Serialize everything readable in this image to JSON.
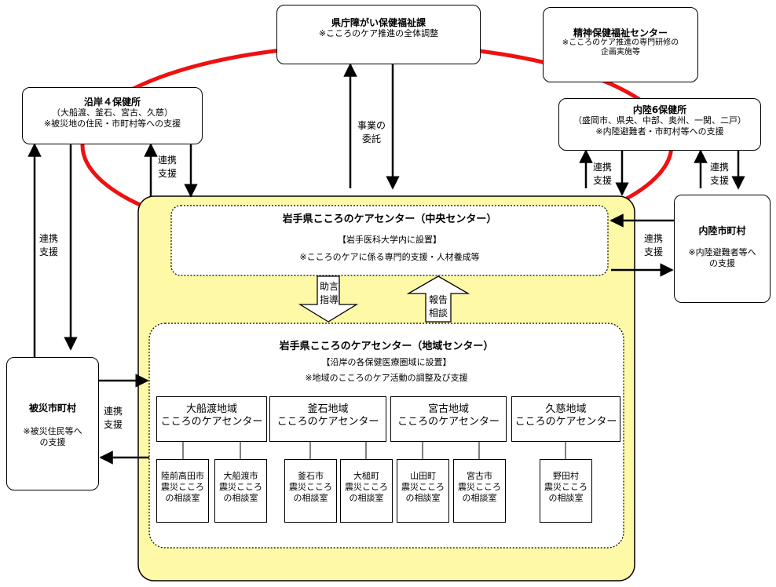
{
  "prefecture": {
    "title": "県庁障がい保健福祉課",
    "note": "※こころのケア推進の全体調整"
  },
  "mental_center": {
    "title": "精神保健福祉センター",
    "note1": "※こころのケア推進の専門研修の",
    "note2": "企画実施等"
  },
  "coastal_health": {
    "title": "沿岸４保健所",
    "areas": "（大船渡、釜石、宮古、久慈）",
    "note": "※被災地の住民・市町村等への支援"
  },
  "inland_health": {
    "title": "内陸6保健所",
    "areas": "（盛岡市、県央、中部、奥州、一関、二戸）",
    "note": "※内陸避難者・市町村等への支援"
  },
  "inland_towns": {
    "title": "内陸市町村",
    "note1": "※内陸避難者等へ",
    "note2": "の支援"
  },
  "disaster_towns": {
    "title": "被災市町村",
    "note1": "※被災住民等へ",
    "note2": "の支援"
  },
  "central_center": {
    "title": "岩手県こころのケアセンター（中央センター）",
    "location": "【岩手医科大学内に設置】",
    "note": "※こころのケアに係る専門的支援・人材養成等"
  },
  "regional_center": {
    "title": "岩手県こころのケアセンター（地域センター）",
    "location": "【沿岸の各保健医療圏域に設置】",
    "note": "※地域のこころのケア活動の調整及び支援"
  },
  "labels": {
    "entrust_1": "事業の",
    "entrust_2": "委託",
    "coop_1": "連携",
    "coop_2": "支援",
    "advice_1": "助言",
    "advice_2": "指導",
    "report_1": "報告",
    "report_2": "相談"
  },
  "area_centers": [
    {
      "line1": "大船渡地域",
      "line2": "こころのケアセンター"
    },
    {
      "line1": "釜石地域",
      "line2": "こころのケアセンター"
    },
    {
      "line1": "宮古地域",
      "line2": "こころのケアセンター"
    },
    {
      "line1": "久慈地域",
      "line2": "こころのケアセンター"
    }
  ],
  "rooms": [
    {
      "line1": "陸前高田市",
      "line2": "震災こころ",
      "line3": "の相談室"
    },
    {
      "line1": "大船渡市",
      "line2": "震災こころ",
      "line3": "の相談室"
    },
    {
      "line1": "釜石市",
      "line2": "震災こころ",
      "line3": "の相談室"
    },
    {
      "line1": "大槌町",
      "line2": "震災こころ",
      "line3": "の相談室"
    },
    {
      "line1": "山田町",
      "line2": "震災こころ",
      "line3": "の相談室"
    },
    {
      "line1": "宮古市",
      "line2": "震災こころ",
      "line3": "の相談室"
    },
    {
      "line1": "野田村",
      "line2": "震災こころ",
      "line3": "の相談室"
    }
  ],
  "colors": {
    "ring": "#ee1111",
    "panel": "#fdf9a6"
  }
}
